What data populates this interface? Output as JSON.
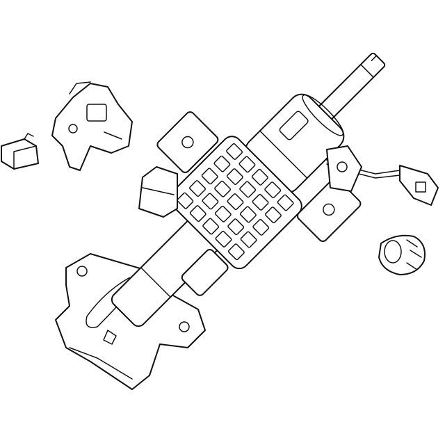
{
  "diagram": {
    "style": "line-art",
    "colors": {
      "background": "#ffffff",
      "line": "#111111"
    },
    "parts": [
      "steering-column-assembly",
      "mounting-bracket",
      "lock-housing",
      "switch-connector",
      "wiring-harness",
      "clamp-ring"
    ]
  }
}
